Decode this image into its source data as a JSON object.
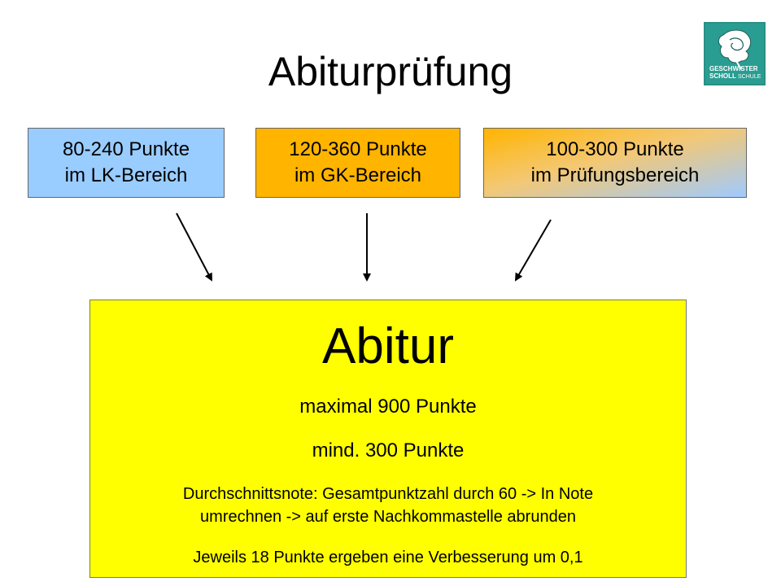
{
  "title": "Abiturprüfung",
  "logo": {
    "line1": "GESCHWISTER",
    "line2a": "SCHOLL",
    "line2b": "SCHULE"
  },
  "boxes": [
    {
      "line1": "80-240 Punkte",
      "line2": "im LK-Bereich",
      "color": "#99ccff"
    },
    {
      "line1": "120-360 Punkte",
      "line2": "im GK-Bereich",
      "color": "#ffb400"
    },
    {
      "line1": "100-300 Punkte",
      "line2": "im Prüfungsbereich",
      "color": "gradient #ffb400 to #9fcaff"
    }
  ],
  "result": {
    "title": "Abitur",
    "max": "maximal 900 Punkte",
    "min": "mind. 300 Punkte",
    "average_line1": "Durchschnittsnote: Gesamtpunktzahl durch 60 -> In Note",
    "average_line2": "umrechnen -> auf erste Nachkommastelle abrunden",
    "bonus": "Jeweils 18 Punkte ergeben eine Verbesserung um 0,1",
    "color": "#ffff00"
  }
}
